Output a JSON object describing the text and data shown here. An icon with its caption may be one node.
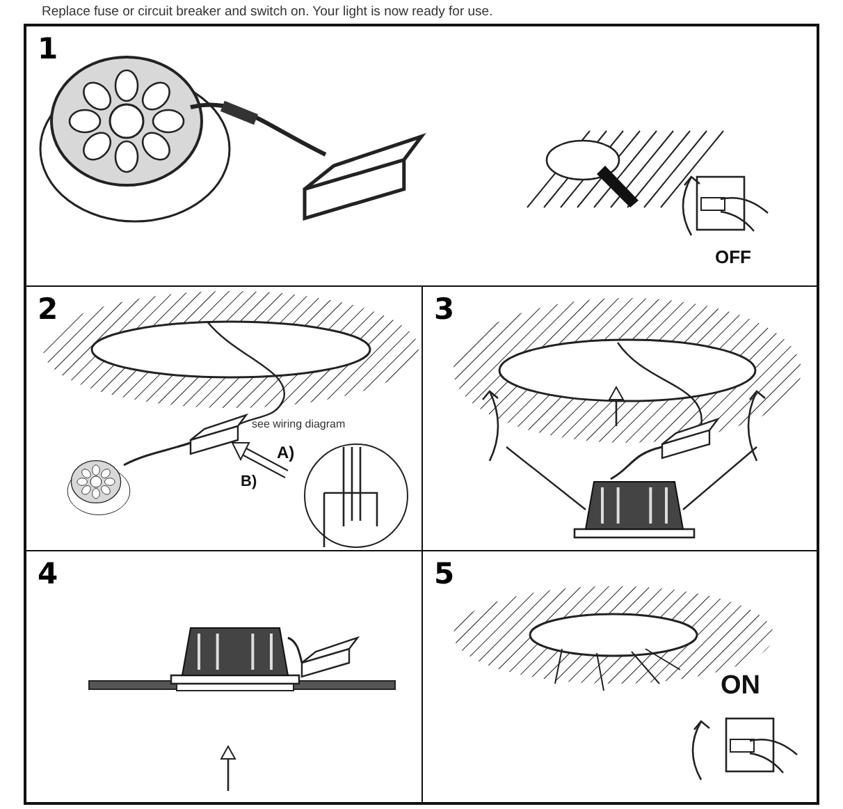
{
  "diagram": {
    "nodes": [
      {
        "text": [
          "1"
        ]
      },
      {
        "text": [
          "2"
        ]
      },
      {
        "text": [
          "3"
        ]
      },
      {
        "text": [
          "4"
        ]
      },
      {
        "text": [
          "5"
        ]
      }
    ],
    "labels": [
      "Replace fuse or circuit breaker and switch on. Your light is now ready for use.",
      "OFF",
      "see wiring diagram",
      "A)",
      "B)",
      "ON"
    ]
  }
}
